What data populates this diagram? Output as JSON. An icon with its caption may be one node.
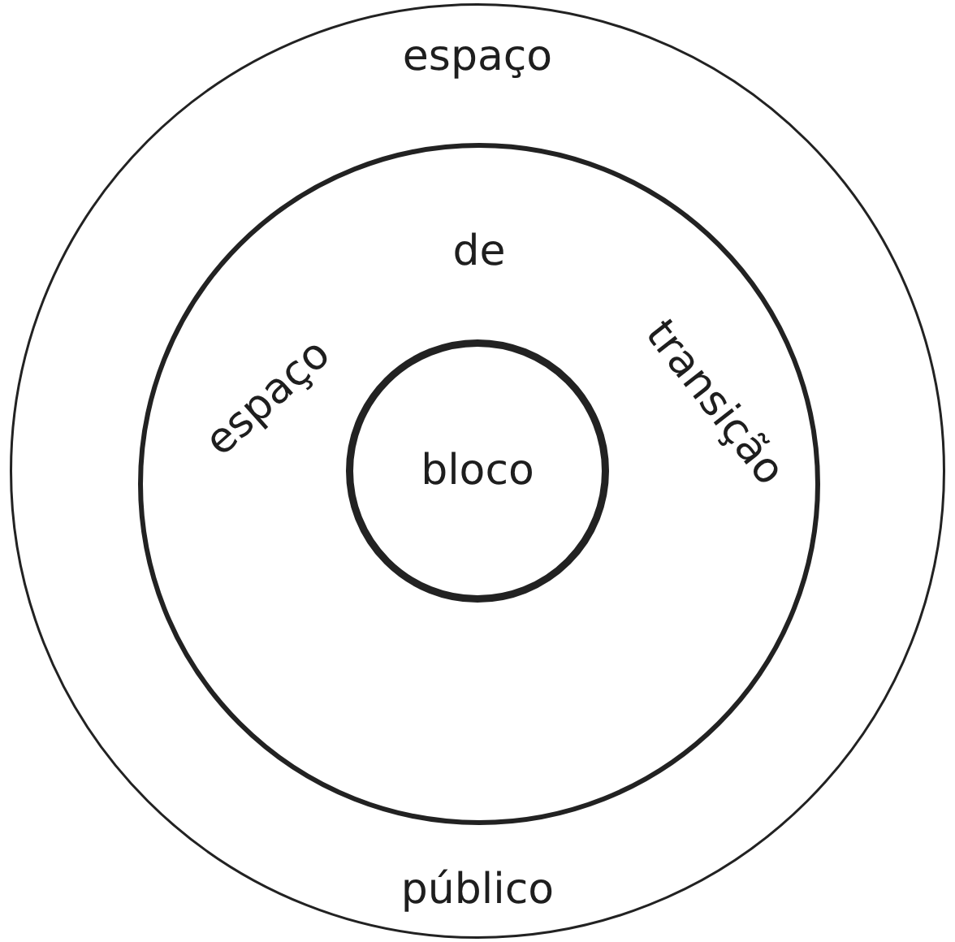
{
  "diagram": {
    "nodes": [
      {
        "text": [
          "espaço",
          "público"
        ]
      },
      {
        "text": [
          "espaço",
          "de",
          "transição"
        ],
        "in": 0
      },
      {
        "text": [
          "bloco"
        ],
        "in": 1
      }
    ]
  }
}
